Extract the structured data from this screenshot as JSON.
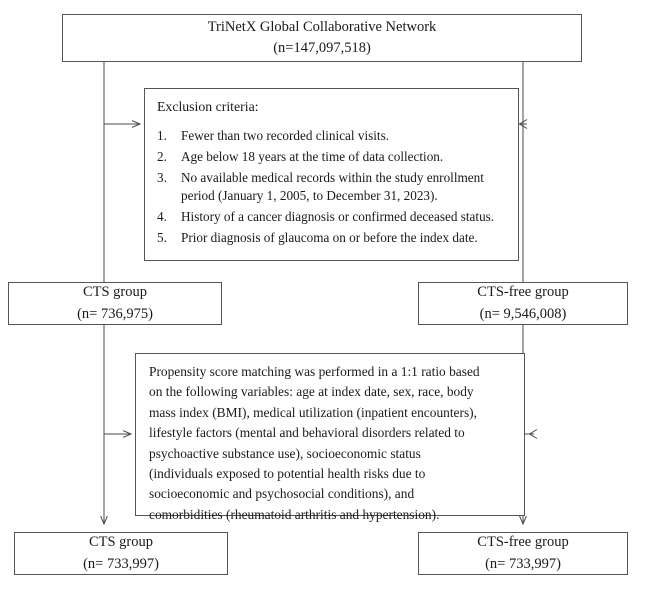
{
  "figure": {
    "type": "study-flow-diagram",
    "root": {
      "title": "TriNetX Global Collaborative Network",
      "count": "(n=147,097,518)"
    },
    "exclusion": {
      "title": "Exclusion criteria:",
      "items": [
        {
          "num": "1.",
          "text": "Fewer than two recorded clinical visits."
        },
        {
          "num": "2.",
          "text": "Age below 18 years at the time of data collection."
        },
        {
          "num": "3.",
          "line1": "No available medical records within the study enrollment",
          "line2": "period (January 1, 2005, to December 31, 2023)."
        },
        {
          "num": "4.",
          "text": "History of a cancer diagnosis or confirmed deceased status."
        },
        {
          "num": "5.",
          "text": "Prior diagnosis of glaucoma on or before the index date."
        }
      ]
    },
    "cohorts_prematch": {
      "left": {
        "label": "CTS group",
        "count": "(n= 736,975)"
      },
      "right": {
        "label": "CTS-free group",
        "count": "(n= 9,546,008)"
      }
    },
    "matching": {
      "lines": [
        "Propensity score matching was performed in a 1:1 ratio based",
        "on the following variables: age at index date, sex, race, body",
        "mass index (BMI), medical utilization (inpatient encounters),",
        "lifestyle factors (mental and behavioral disorders related to",
        "psychoactive substance use), socioeconomic status",
        "(individuals exposed to potential health risks due to",
        "socioeconomic and psychosocial conditions), and",
        "comorbidities (rheumatoid arthritis and hypertension)."
      ]
    },
    "cohorts_postmatch": {
      "left": {
        "label": "CTS group",
        "count": "(n= 733,997)"
      },
      "right": {
        "label": "CTS-free group",
        "count": "(n= 733,997)"
      }
    },
    "colors": {
      "border": "#555555",
      "connector": "#4a4a4a",
      "background": "#ffffff",
      "text": "#1a1a1a"
    }
  }
}
